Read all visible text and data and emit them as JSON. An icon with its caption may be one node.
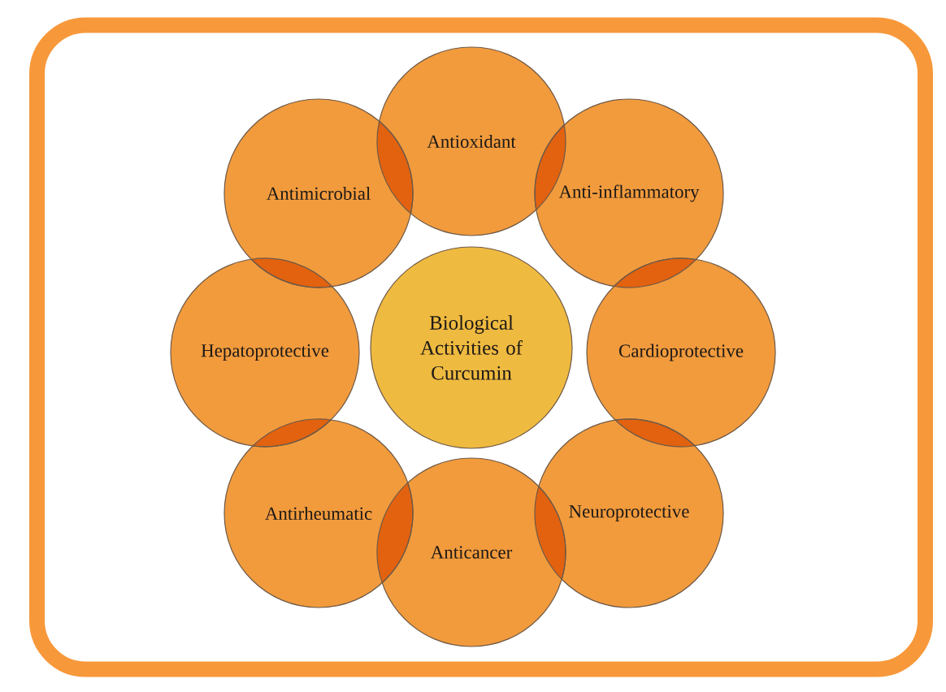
{
  "diagram": {
    "nodes": [
      {
        "text": [
          "Biological Activities of Curcumin"
        ]
      },
      {
        "text": [
          "Antioxidant"
        ]
      },
      {
        "text": [
          "Anti-inflammatory"
        ]
      },
      {
        "text": [
          "Cardioprotective"
        ]
      },
      {
        "text": [
          "Neuroprotective"
        ]
      },
      {
        "text": [
          "Anticancer"
        ]
      },
      {
        "text": [
          "Antirheumatic"
        ]
      },
      {
        "text": [
          "Hepatoprotective"
        ]
      },
      {
        "text": [
          "Antimicrobial"
        ]
      }
    ]
  }
}
